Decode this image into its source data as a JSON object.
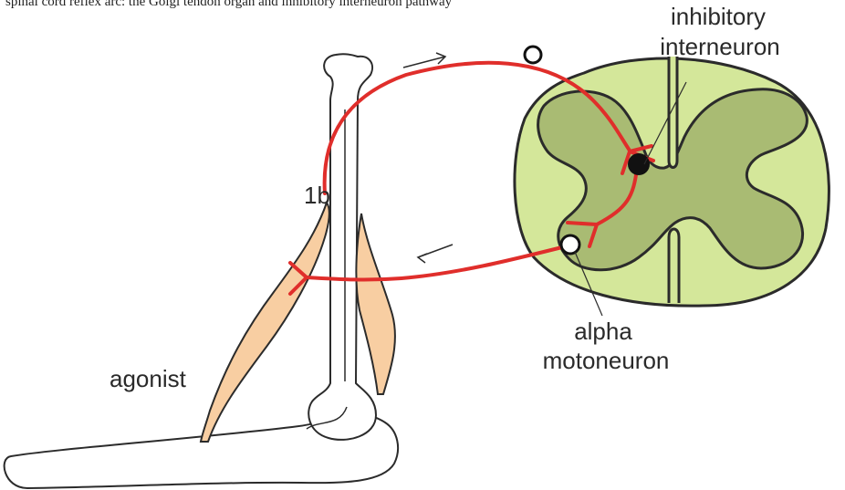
{
  "caption_fragment": "spinal cord reflex arc: the Golgi tendon organ and inhibitory interneuron pathway",
  "labels": {
    "inhibitory_line1": "inhibitory",
    "inhibitory_line2": "interneuron",
    "alpha_line1": "alpha",
    "alpha_line2": "motoneuron",
    "fiber": "1b",
    "muscle": "agonist"
  },
  "colors": {
    "nerve": "#e02e2b",
    "muscle_fill": "#f8ceA2",
    "white_matter": "#d4e79a",
    "grey_matter": "#a9bb73",
    "outline": "#2b2b2b",
    "bone_fill": "#ffffff"
  },
  "icons": {
    "afferent_arrow": "arrow-right-icon",
    "efferent_arrow": "arrow-left-icon"
  }
}
